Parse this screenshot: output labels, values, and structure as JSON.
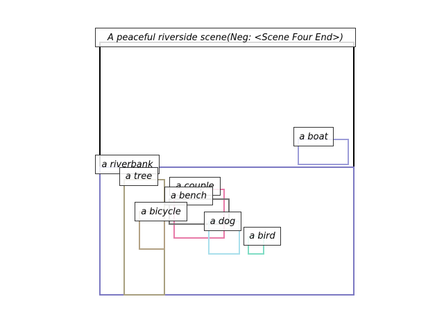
{
  "caption": "A peaceful riverside scene(Neg: <Scene Four End>)",
  "regions": [
    {
      "id": "frame",
      "label": "",
      "color": "#000000"
    },
    {
      "id": "riverbank",
      "label": "a riverbank",
      "color": "#7b78c2"
    },
    {
      "id": "boat",
      "label": "a boat",
      "color": "#9c9cd8"
    },
    {
      "id": "tree",
      "label": "a tree",
      "color": "#a89f7f"
    },
    {
      "id": "bicycle",
      "label": "a bicycle",
      "color": "#b3a184"
    },
    {
      "id": "couple",
      "label": "a couple",
      "color": "#e87aa8"
    },
    {
      "id": "bench",
      "label": "a bench",
      "color": "#707070"
    },
    {
      "id": "dog",
      "label": "a dog",
      "color": "#a9dfec"
    },
    {
      "id": "bird",
      "label": "a bird",
      "color": "#7fdcc4"
    }
  ]
}
